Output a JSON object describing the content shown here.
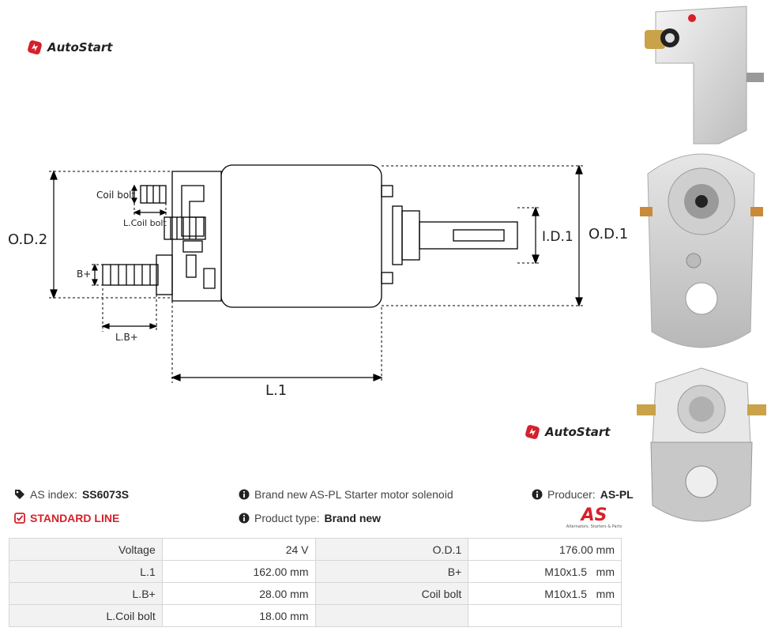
{
  "brand": {
    "name": "AutoStart",
    "accent": "#d6202a"
  },
  "diagram": {
    "labels": {
      "od2": "O.D.2",
      "od1": "O.D.1",
      "id1": "I.D.1",
      "l1": "L.1",
      "lb": "L.B+",
      "coil_bolt": "Coil bolt",
      "lcoil_bolt": "L.Coil bolt",
      "b_plus": "B+"
    }
  },
  "info": {
    "as_index_label": "AS index:",
    "as_index_value": "SS6073S",
    "line": "STANDARD LINE",
    "description": "Brand new AS-PL Starter motor solenoid",
    "product_type_label": "Product type:",
    "product_type_value": "Brand new",
    "producer_label": "Producer:",
    "producer_value": "AS-PL",
    "producer_logo_text": "AS",
    "producer_logo_sub": "Alternators, Starters & Parts"
  },
  "specs": [
    {
      "label": "Voltage",
      "value": "24 V",
      "label2": "O.D.1",
      "value2": "176.00 mm"
    },
    {
      "label": "L.1",
      "value": "162.00 mm",
      "label2": "B+",
      "value2": "M10x1.5   mm"
    },
    {
      "label": "L.B+",
      "value": "28.00 mm",
      "label2": "Coil bolt",
      "value2": "M10x1.5   mm"
    },
    {
      "label": "L.Coil bolt",
      "value": "18.00 mm",
      "label2": "",
      "value2": ""
    }
  ]
}
